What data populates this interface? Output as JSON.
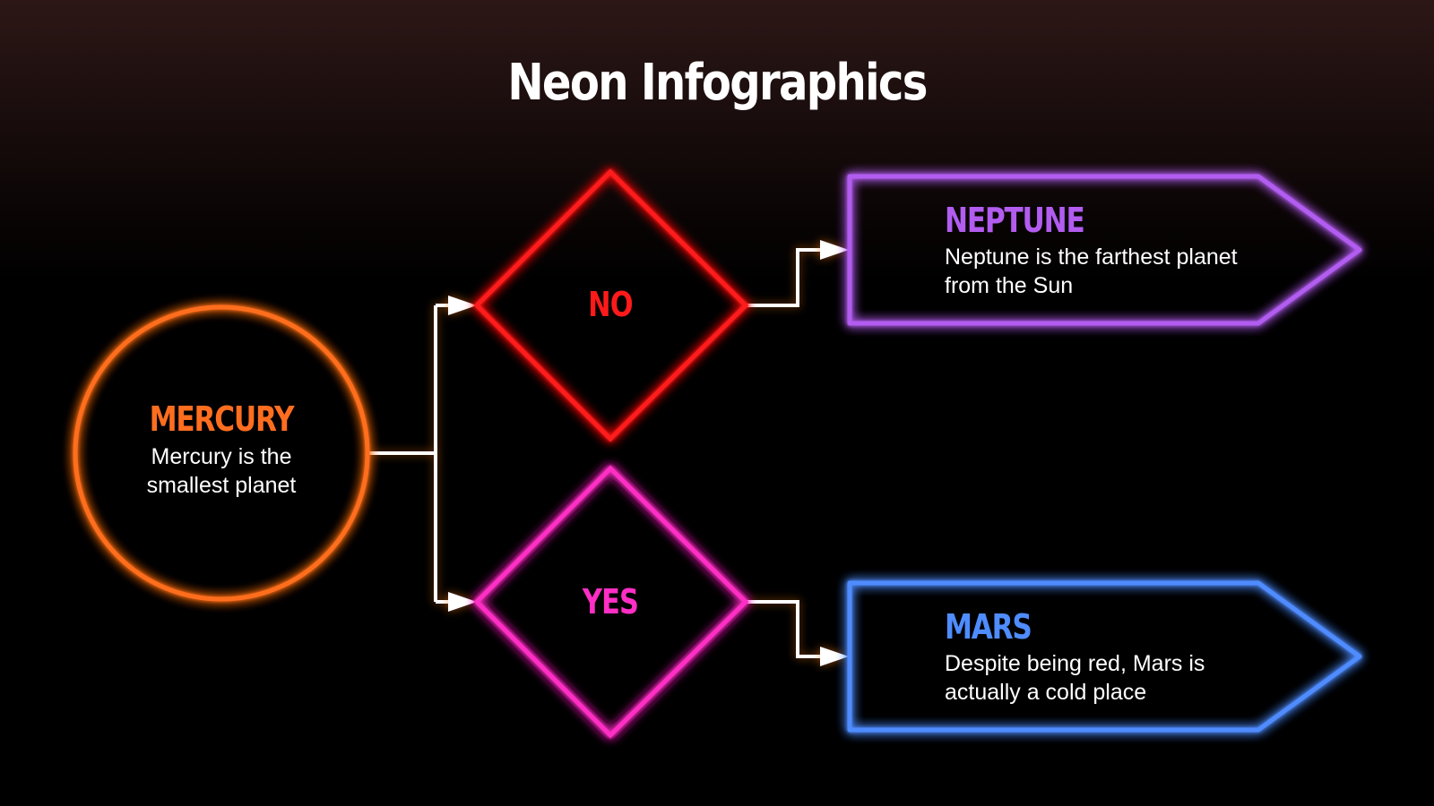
{
  "title": "Neon Infographics",
  "colors": {
    "mercury": "#ff6e1f",
    "no": "#ff1a1a",
    "yes": "#ff2ec4",
    "neptune": "#b25cf0",
    "mars": "#4f8cff",
    "connector": "#ffffff"
  },
  "nodes": {
    "mercury": {
      "shape": "circle",
      "heading": "MERCURY",
      "line1": "Mercury is the",
      "line2": "smallest planet"
    },
    "no": {
      "shape": "diamond",
      "label": "NO"
    },
    "yes": {
      "shape": "diamond",
      "label": "YES"
    },
    "neptune": {
      "shape": "pentagon-arrow",
      "heading": "NEPTUNE",
      "line1": "Neptune is the farthest planet",
      "line2": "from the Sun"
    },
    "mars": {
      "shape": "pentagon-arrow",
      "heading": "MARS",
      "line1": "Despite being red, Mars is",
      "line2": "actually a cold place"
    }
  },
  "edges": [
    {
      "from": "mercury",
      "to": "no"
    },
    {
      "from": "mercury",
      "to": "yes"
    },
    {
      "from": "no",
      "to": "neptune"
    },
    {
      "from": "yes",
      "to": "mars"
    }
  ]
}
